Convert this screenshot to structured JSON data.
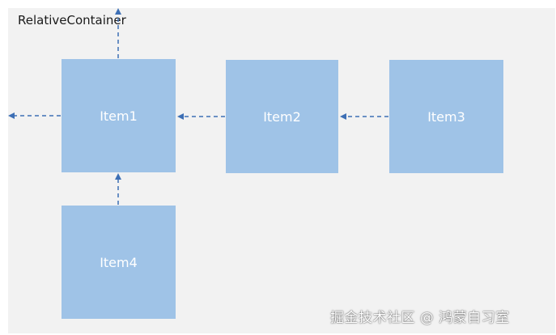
{
  "container": {
    "label": "RelativeContainer"
  },
  "items": [
    {
      "id": "item1",
      "label": "Item1"
    },
    {
      "id": "item2",
      "label": "Item2"
    },
    {
      "id": "item3",
      "label": "Item3"
    },
    {
      "id": "item4",
      "label": "Item4"
    }
  ],
  "connections": [
    {
      "from": "item1",
      "to": "container-top",
      "style": "dashed"
    },
    {
      "from": "item1",
      "to": "container-left",
      "style": "dashed"
    },
    {
      "from": "item2",
      "to": "item1",
      "style": "dashed"
    },
    {
      "from": "item3",
      "to": "item2",
      "style": "dashed"
    },
    {
      "from": "item4",
      "to": "item1",
      "style": "dashed"
    }
  ],
  "colors": {
    "item_fill": "#9fc3e7",
    "arrow": "#3d6fb5",
    "canvas": "#f2f2f2"
  },
  "watermark": "掘金技术社区 @ 鸿蒙自习室"
}
